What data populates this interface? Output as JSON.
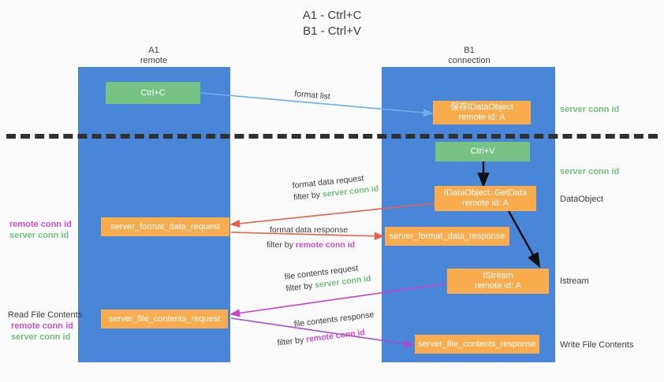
{
  "title": {
    "line1": "A1 - Ctrl+C",
    "line2": "B1 - Ctrl+V"
  },
  "colors": {
    "lane": "#4a86d8",
    "green_box": "#77c386",
    "orange_box": "#f9ac4e",
    "server_conn_id": "#6ec27a",
    "remote_conn_id": "#cc4ecc",
    "arrow_blue": "#6ab0e8",
    "arrow_red": "#e8604c",
    "arrow_magenta": "#cc3fbf",
    "arrow_purple": "#a64ccc",
    "arrow_black": "#000000",
    "divider": "#303030"
  },
  "columns": [
    {
      "name": "A1",
      "sub": "remote"
    },
    {
      "name": "B1",
      "sub": "connection"
    }
  ],
  "boxes": {
    "ctrl_c": "Ctrl+C",
    "save_idataobject": "保存IDataObject\nremote id: A",
    "ctrl_v": "Ctrl+V",
    "idataobject_getdata": "IDataObject::GetData\nremote id: A",
    "server_format_data_request": "server_format_data_request",
    "server_format_data_response": "server_format_data_response",
    "istream": "IStream\nremote id: A",
    "server_file_contents_request": "server_file_contents_request",
    "server_file_contents_response": "server_file_contents_response"
  },
  "edge_labels": {
    "format_list": "format list",
    "format_data_request": "format data request",
    "format_data_request_filter_prefix": "filter by ",
    "format_data_request_filter_value": "server conn id",
    "format_data_response": "format data response",
    "format_data_response_filter_prefix": "filter by ",
    "format_data_response_filter_value": "remote conn id",
    "file_contents_request": "file contents request",
    "file_contents_request_filter_prefix": "filter by ",
    "file_contents_request_filter_value": "server conn id",
    "file_contents_response": "file contents response",
    "file_contents_response_filter_prefix": "filter by ",
    "file_contents_response_filter_value": "remote conn id"
  },
  "right_annotations": {
    "server_conn_id_top": "server conn id",
    "server_conn_id_mid": "server conn id",
    "dataobject": "DataObject",
    "istream": "Istream",
    "write_file_contents": "Write File Contents"
  },
  "left_annotations": {
    "remote_conn_id_1": "remote conn id",
    "server_conn_id_1": "server conn id",
    "read_file_contents": "Read File Contents",
    "remote_conn_id_2": "remote conn id",
    "server_conn_id_2": "server conn id"
  }
}
